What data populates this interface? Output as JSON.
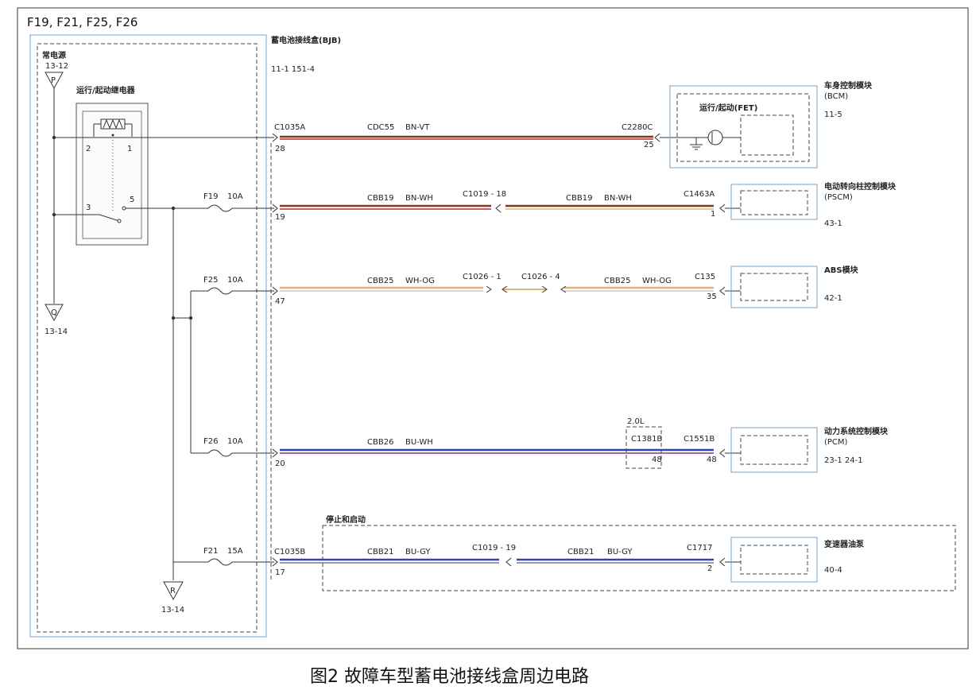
{
  "header": {
    "fuses_title": "F19, F21, F25, F26"
  },
  "bjb": {
    "title": "蓄电池接线盒(BJB)",
    "refs": "11-1   151-4",
    "power_label": "常电源",
    "power_ref": "13-12",
    "relay_label": "运行/起动继电器",
    "relay_pins": {
      "p1": "1",
      "p2": "2",
      "p3": "3",
      "p5": "5"
    },
    "ground_p": "P",
    "ground_q": "Q",
    "ground_q_ref": "13-14",
    "ground_r": "R",
    "ground_r_ref": "13-14"
  },
  "circuits": [
    {
      "id": "bcm",
      "connector": "C1035A",
      "pin": "28",
      "wire": "CDC55",
      "color": "BN-VT",
      "far_connector": "C2280C",
      "far_pin": "25",
      "fuse": "",
      "fuse_rating": ""
    },
    {
      "id": "pscm",
      "connector": "",
      "pin": "19",
      "wire": "CBB19",
      "color": "BN-WH",
      "inline": "C1019  -  18",
      "wire2": "CBB19",
      "color2": "BN-WH",
      "far_connector": "C1463A",
      "far_pin": "1",
      "fuse": "F19",
      "fuse_rating": "10A"
    },
    {
      "id": "abs",
      "connector": "",
      "pin": "47",
      "wire": "CBB25",
      "color": "WH-OG",
      "inline": "C1026  -  1",
      "inline2": "C1026  -  4",
      "wire2": "CBB25",
      "color2": "WH-OG",
      "far_connector": "C135",
      "far_pin": "35",
      "fuse": "F25",
      "fuse_rating": "10A"
    },
    {
      "id": "pcm",
      "connector": "",
      "pin": "20",
      "wire": "CBB26",
      "color": "BU-WH",
      "option": "2.0L",
      "inline": "C1381B",
      "inline_pin": "48",
      "far_connector": "C1551B",
      "far_pin": "48",
      "fuse": "F26",
      "fuse_rating": "10A"
    },
    {
      "id": "pump",
      "connector": "C1035B",
      "pin": "17",
      "wire": "CBB21",
      "color": "BU-GY",
      "inline": "C1019  -  19",
      "wire2": "CBB21",
      "color2": "BU-GY",
      "far_connector": "C1717",
      "far_pin": "2",
      "fuse": "F21",
      "fuse_rating": "15A"
    }
  ],
  "modules": {
    "bcm": {
      "name": "车身控制模块",
      "abbr": "(BCM)",
      "ref": "11-5",
      "inner": "运行/起动(FET)"
    },
    "pscm": {
      "name": "电动转向柱控制模块",
      "abbr": "(PSCM)",
      "ref": "43-1"
    },
    "abs": {
      "name": "ABS模块",
      "ref": "42-1"
    },
    "pcm": {
      "name": "动力系统控制模块",
      "abbr": "(PCM)",
      "ref": "23-1    24-1"
    },
    "pump": {
      "name": "变速器油泵",
      "ref": "40-4"
    }
  },
  "stop_start": {
    "label": "停止和启动"
  },
  "caption": "图2 故障车型蓄电池接线盒周边电路",
  "wire_colors": {
    "brown": "#7a3b22",
    "violet": "#7a3a8c",
    "red": "#b0322a",
    "white_orange": "#e3b27a",
    "blue": "#2d46b5",
    "gray": "#7a7a7a"
  }
}
